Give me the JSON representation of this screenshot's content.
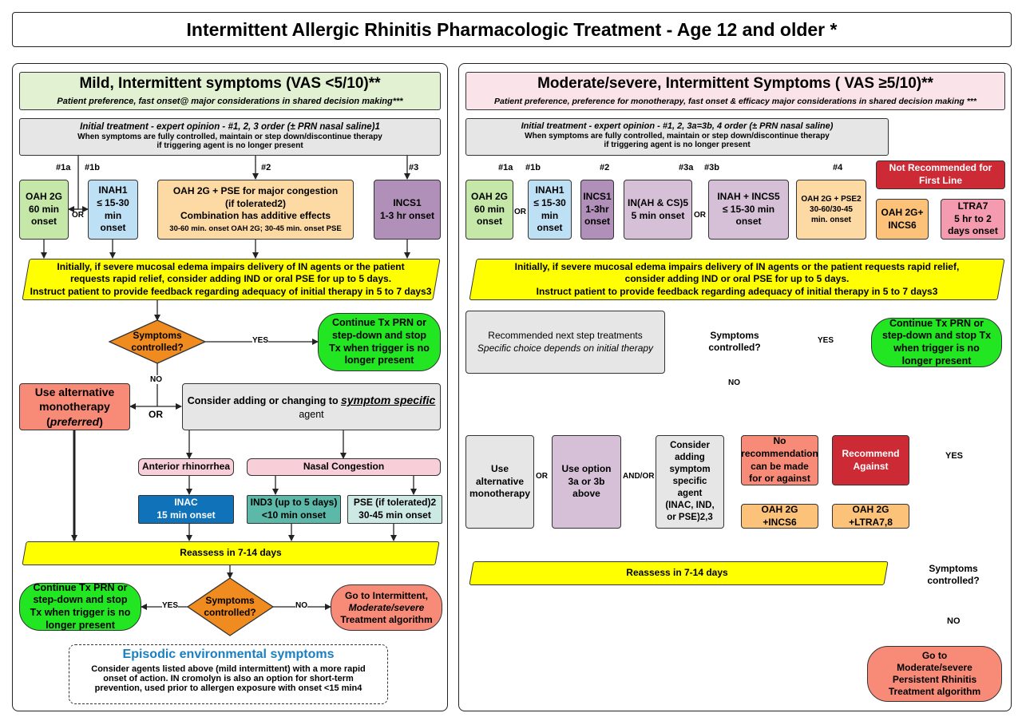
{
  "title": "Intermittent Allergic Rhinitis Pharmacologic Treatment - Age 12 and older *",
  "left": {
    "header_title": "Mild, Intermittent symptoms (VAS <5/10)**",
    "header_sub": "Patient preference, fast onset@ major considerations in shared decision making***",
    "initial_line1": "Initial treatment - expert opinion - #1, 2, 3 order (± PRN nasal saline)1",
    "initial_line2": "When symptoms are fully controlled, maintain or step down/discontinue therapy",
    "initial_line3": "if triggering agent is no longer present",
    "opt_labels": [
      "#1a",
      "#1b",
      "#2",
      "#3"
    ],
    "or_small": "OR",
    "oah2g": "OAH 2G\n60 min\nonset",
    "inah": "INAH1\n≤ 15-30\nmin\nonset",
    "oahpse_l1": "OAH 2G + PSE for major congestion",
    "oahpse_l2": "(if tolerated2)",
    "oahpse_l3": "Combination has additive effects",
    "oahpse_l4": "30-60 min. onset OAH 2G;  30-45 min. onset PSE",
    "incs": "INCS1\n1-3 hr onset",
    "yellow_l1": "Initially, if severe mucosal edema impairs delivery of IN agents or the patient",
    "yellow_l2": "requests rapid relief, consider adding IND or oral PSE for up to 5 days.",
    "yellow_l3": "Instruct patient to provide feedback regarding adequacy of initial therapy in 5 to 7 days3",
    "diamond1": "Symptoms\ncontrolled?",
    "yes": "YES",
    "no": "NO",
    "continue_tx": "Continue Tx PRN or step-down and stop Tx when trigger is no longer present",
    "use_alt_l1": "Use alternative",
    "use_alt_l2": "monotherapy",
    "use_alt_l3": "(preferred)",
    "or_big": "OR",
    "consider_pre": "Consider adding or changing to ",
    "consider_em": "symptom specific",
    "consider_post": "agent",
    "anterior": "Anterior rhinorrhea",
    "nasal": "Nasal Congestion",
    "inac": "INAC\n15 min onset",
    "ind": "IND3 (up to 5 days)\n<10 min onset",
    "pse": "PSE (if tolerated)2\n30-45 min onset",
    "reassess": "Reassess in 7-14 days",
    "continue_tx2": "Continue Tx PRN or step-down and stop Tx when trigger is no longer present",
    "diamond2": "Symptoms\ncontrolled?",
    "goto_l1": "Go to Intermittent,",
    "goto_l2": "Moderate/severe",
    "goto_l3": "Treatment algorithm",
    "episodic_title": "Episodic environmental symptoms",
    "episodic_l1": "Consider agents listed above (mild intermittent) with a more rapid",
    "episodic_l2": "onset of action. IN cromolyn is also an option for short-term",
    "episodic_l3": "prevention, used prior to allergen exposure with onset <15 min4"
  },
  "right": {
    "header_title": "Moderate/severe, Intermittent Symptoms ( VAS ≥5/10)**",
    "header_sub": "Patient preference, preference for monotherapy, fast onset & efficacy major considerations in shared decision making ***",
    "initial_line1": "Initial treatment - expert opinion - #1, 2, 3a=3b, 4 order  (± PRN nasal saline)",
    "initial_line2": "When symptoms are fully controlled, maintain or step down/discontinue therapy",
    "initial_line3": "if triggering agent is no longer present",
    "opt_labels": [
      "#1a",
      "#1b",
      "#2",
      "#3a",
      "#3b",
      "#4"
    ],
    "or_small": "OR",
    "oah2g": "OAH 2G\n60 min\nonset",
    "inah": "INAH1\n≤ 15-30\nmin\nonset",
    "incs": "INCS1\n1-3hr\nonset",
    "in_ah_cs": "IN(AH & CS)5\n5 min onset",
    "inah_incs": "INAH + INCS5\n≤ 15-30 min\nonset",
    "oah_pse": "OAH 2G + PSE2\n30-60/30-45\nmin. onset",
    "not_rec": "Not Recommended for\nFirst Line",
    "oah_incs": "OAH 2G+\nINCS6",
    "ltra": "LTRA7\n5 hr to 2\ndays onset",
    "yellow_l1": "Initially, if severe mucosal edema impairs delivery of IN agents or the patient requests rapid relief,",
    "yellow_l2": "consider adding IND or oral PSE for up to 5 days.",
    "yellow_l3": "Instruct patient to provide feedback regarding adequacy of initial therapy in 5 to 7 days3",
    "next_steps_l1": "Recommended next step treatments",
    "next_steps_l2": "Specific choice depends on initial therapy",
    "diamond1": "Symptoms\ncontrolled?",
    "yes": "YES",
    "no": "NO",
    "continue_tx": "Continue Tx PRN or step-down and stop Tx when trigger is no longer present",
    "use_alt": "Use\nalternative\nmonotherapy",
    "or_mid": "OR",
    "use_option": "Use option\n3a or 3b\nabove",
    "andor": "AND/OR",
    "consider": "Consider\nadding\nsymptom\nspecific\nagent\n(INAC, IND,\nor PSE)2,3",
    "no_rec": "No\nrecommendation\ncan be made\nfor or against",
    "rec_against": "Recommend\nAgainst",
    "oah_incs2": "OAH 2G\n+INCS6",
    "oah_ltra": "OAH 2G\n+LTRA7,8",
    "reassess": "Reassess in 7-14 days",
    "diamond2": "Symptoms\ncontrolled?",
    "yes2": "YES",
    "no2": "NO",
    "goto": "Go to\nModerate/severe\nPersistent Rhinitis\nTreatment algorithm"
  },
  "colors": {
    "green_light": "#c5e8a8",
    "blue_light": "#bde0f5",
    "orange_light": "#fdd9a3",
    "purple": "#b08fb8",
    "purple_light": "#d6c0d8",
    "yellow": "#ffff00",
    "diamond": "#f08b1f",
    "green_pill": "#22e622",
    "salmon": "#f88a78",
    "grey": "#e6e6e6",
    "pink": "#f8cfd9",
    "inac_blue": "#1072b8",
    "teal": "#5cb8a8",
    "teal_light": "#cde9e4",
    "red": "#cc2b35",
    "orange_box": "#fcc279",
    "header_green": "#e1f1d2",
    "header_pink": "#fbe3ea",
    "episodic_blue": "#1a7fc0"
  }
}
